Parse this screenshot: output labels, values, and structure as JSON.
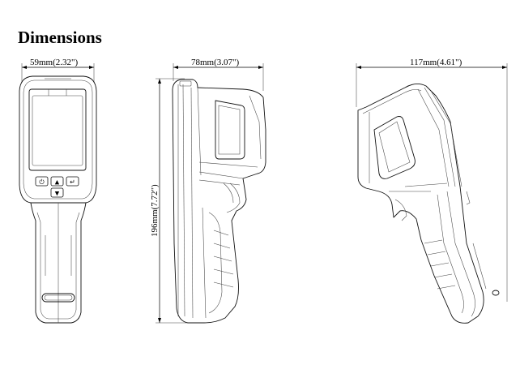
{
  "title": "Dimensions",
  "dimensions": {
    "width": "59mm(2.32\")",
    "depth": "78mm(3.07\")",
    "height": "196mm(7.72\")",
    "length": "117mm(4.61\")"
  },
  "buttons": {
    "power": "⏻",
    "up": "▲",
    "back": "↵",
    "down": "▼"
  }
}
